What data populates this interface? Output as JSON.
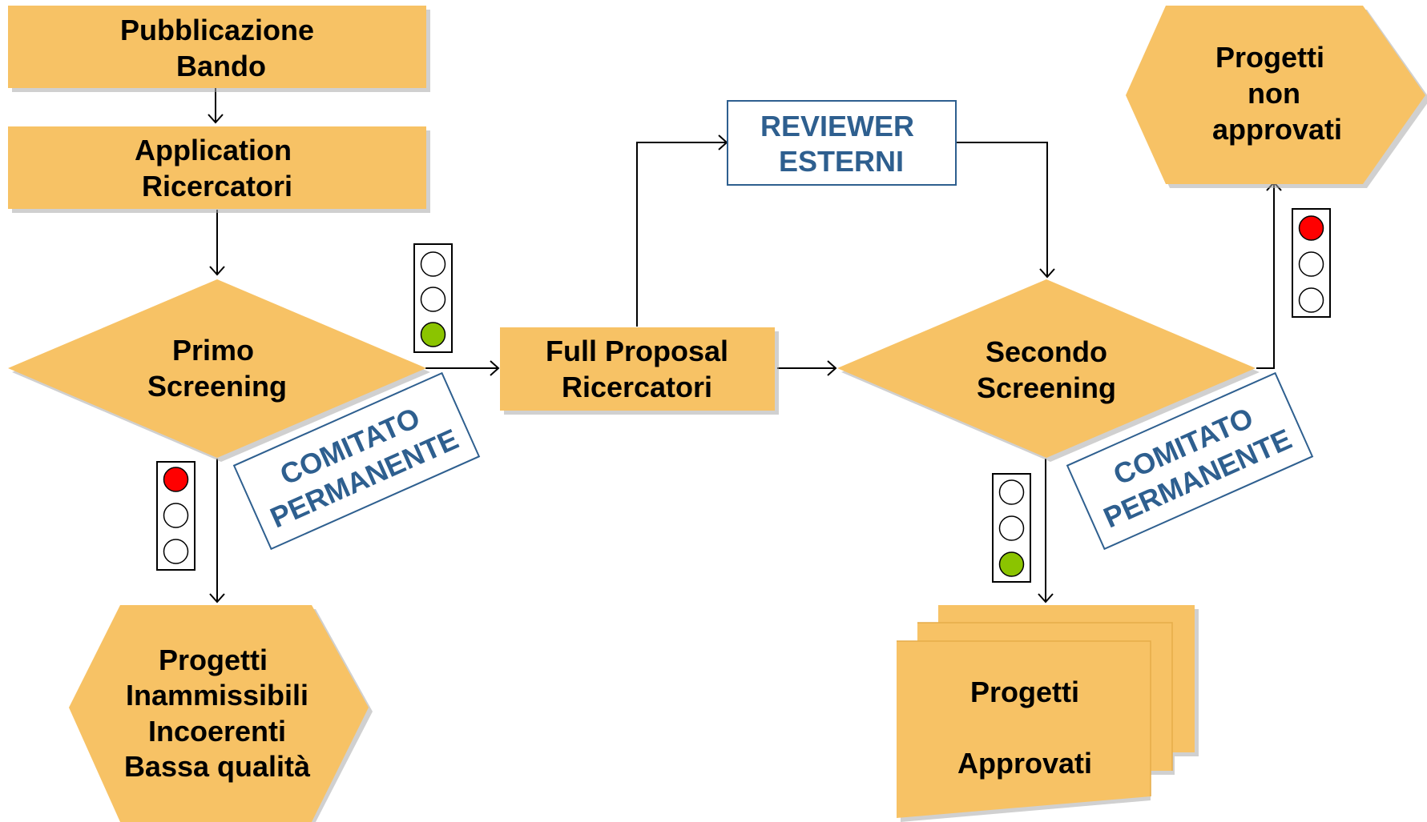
{
  "colors": {
    "shape_fill": "#F7C265",
    "label_text": "#000000",
    "blue_label": "#2E5F8F",
    "light_red": "#FF0000",
    "light_green": "#8BC400",
    "light_off": "#FFFFFF"
  },
  "nodes": {
    "pubblicazione": {
      "line1": "Pubblicazione",
      "line2": "Bando"
    },
    "application": {
      "line1": "Application",
      "line2": "Ricercatori"
    },
    "primo_screening": {
      "line1": "Primo",
      "line2": "Screening"
    },
    "full_proposal": {
      "line1": "Full Proposal",
      "line2": "Ricercatori"
    },
    "reviewer": {
      "line1": "REVIEWER",
      "line2": "ESTERNI"
    },
    "secondo_screening": {
      "line1": "Secondo",
      "line2": "Screening"
    },
    "non_approvati": {
      "line1": "Progetti",
      "line2": "non",
      "line3": "approvati"
    },
    "inammissibili": {
      "line1": "Progetti",
      "line2": "Inammissibili",
      "line3": "Incoerenti",
      "line4": "Bassa qualità"
    },
    "approvati": {
      "line1": "Progetti",
      "line2": "Approvati"
    }
  },
  "comitato_1": {
    "line1": "COMITATO",
    "line2": "PERMANENTE"
  },
  "comitato_2": {
    "line1": "COMITATO",
    "line2": "PERMANENTE"
  },
  "traffic_lights": {
    "primo_pass": {
      "active": "green"
    },
    "primo_reject": {
      "active": "red"
    },
    "secondo_pass": {
      "active": "green"
    },
    "secondo_reject": {
      "active": "red"
    }
  }
}
